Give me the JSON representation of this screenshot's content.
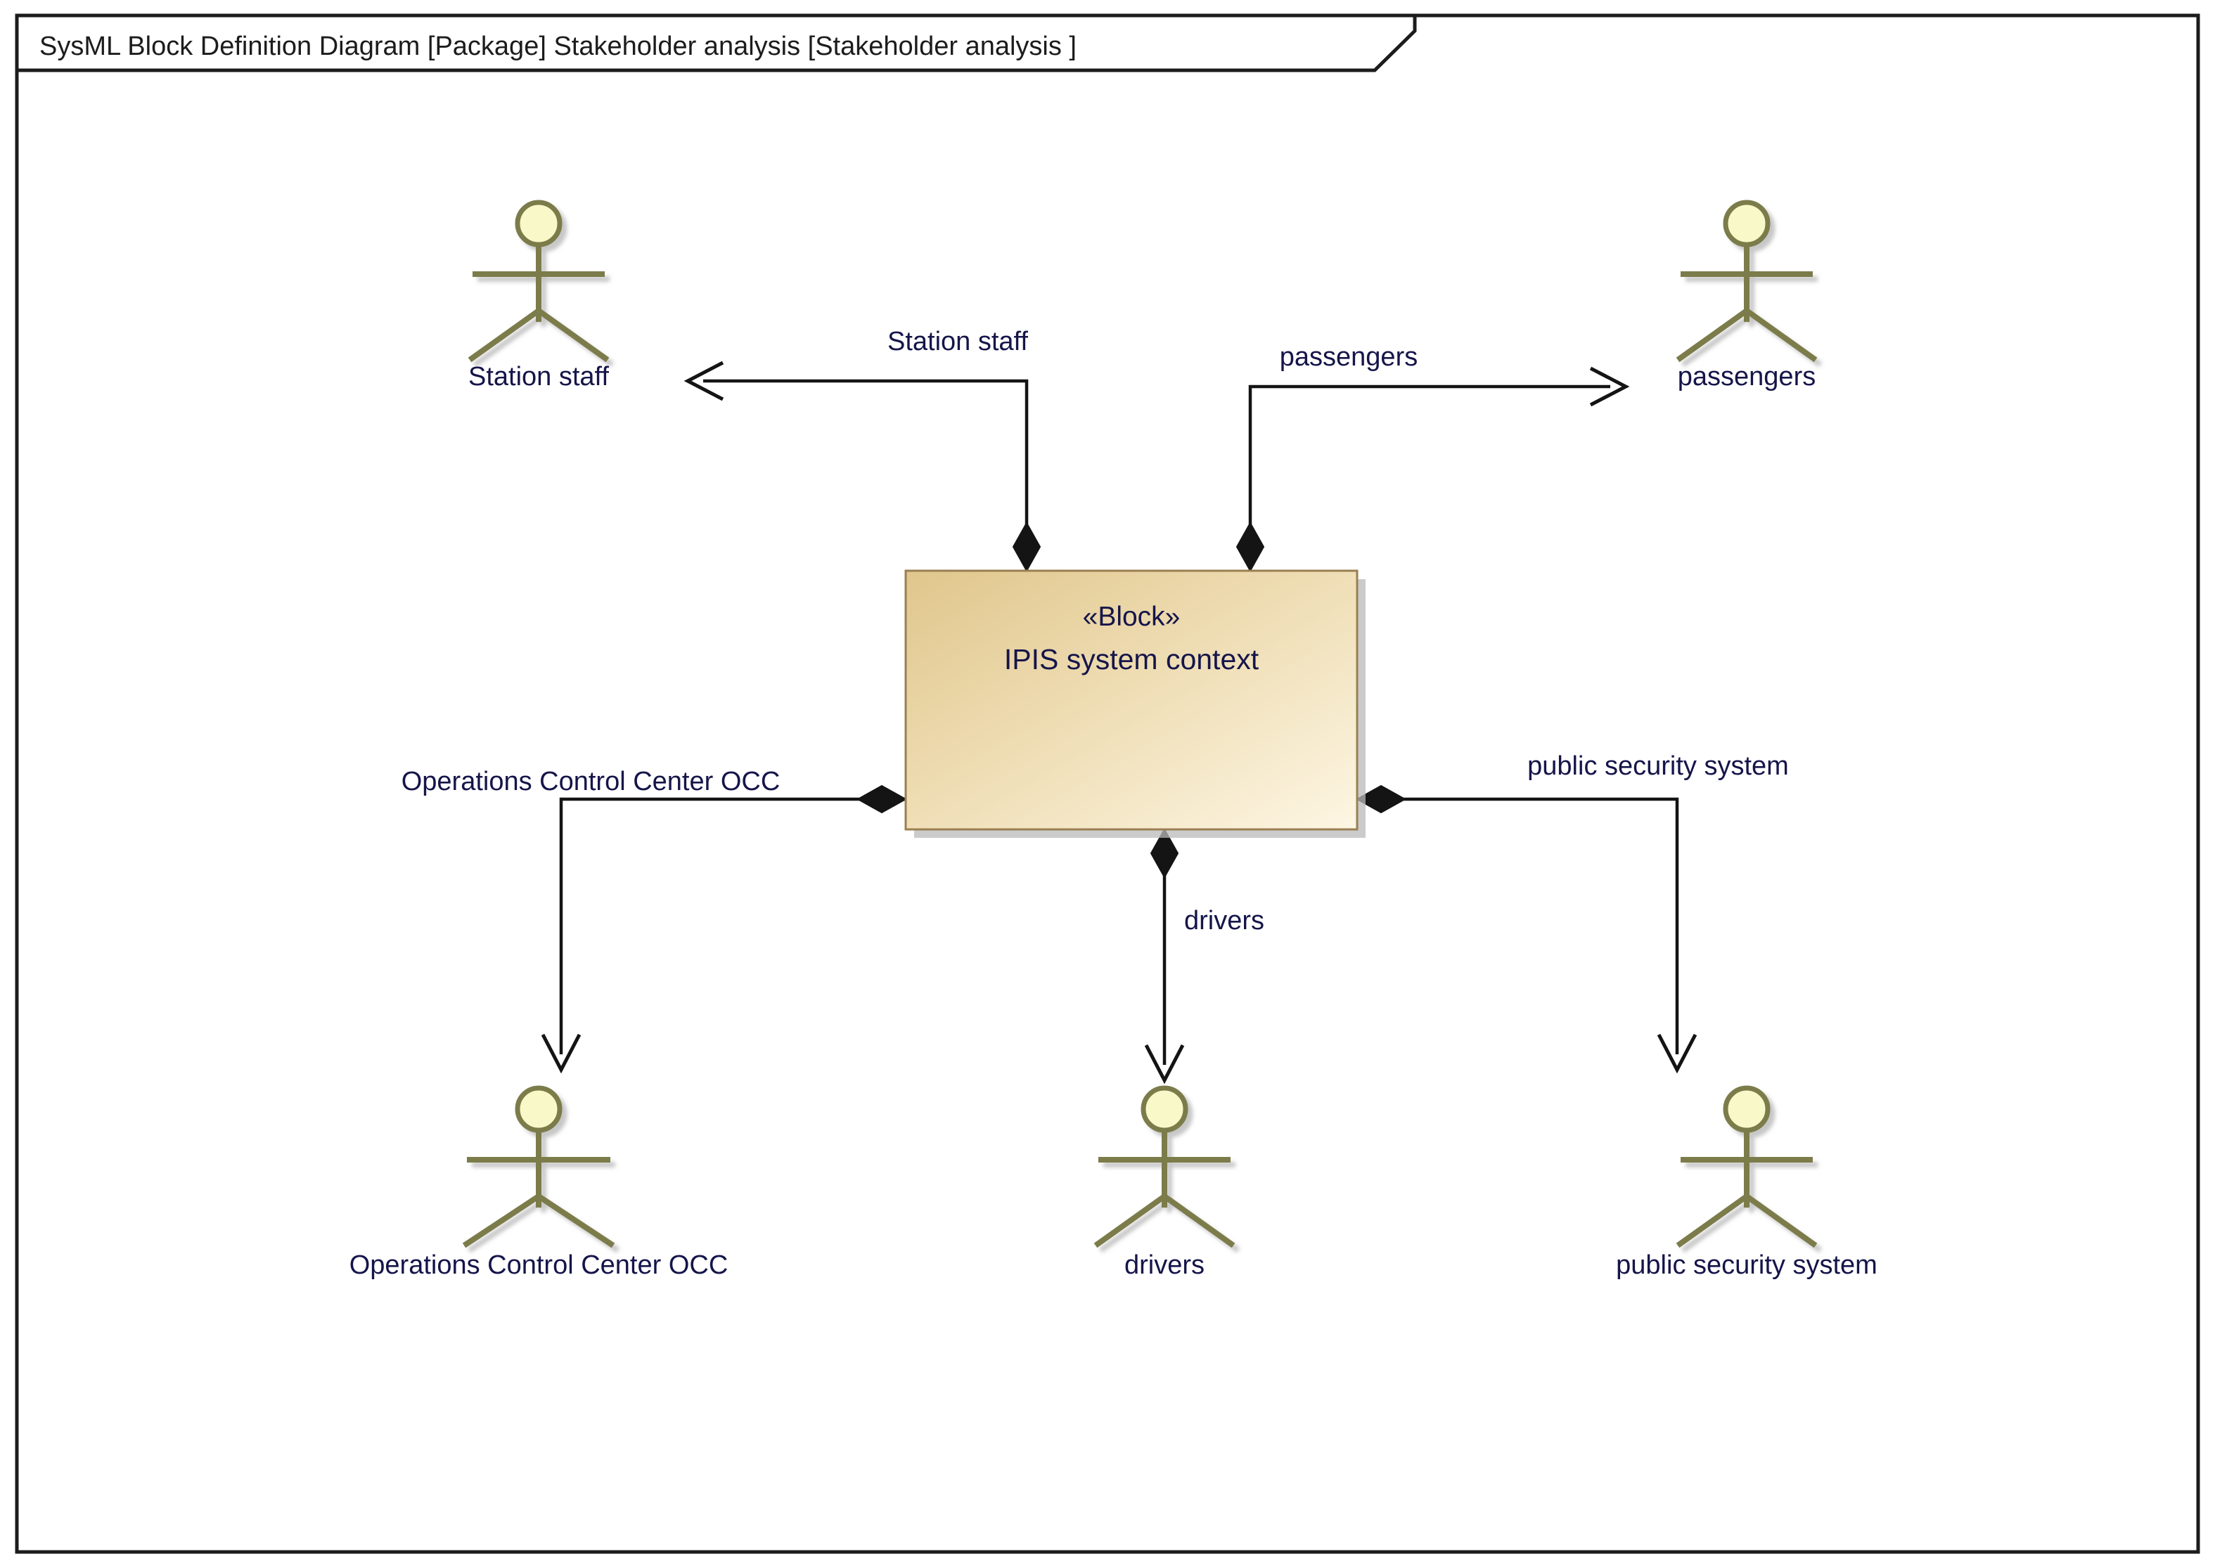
{
  "frame": {
    "title": "SysML Block Definition Diagram [Package] Stakeholder analysis  [Stakeholder analysis ]",
    "border_color": "#1c1c1c",
    "background": "#ffffff"
  },
  "block": {
    "stereotype": "«Block»",
    "name": "IPIS system context",
    "fill_start": "#e2c88f",
    "fill_end": "#fdf5e0",
    "border_color": "#9a7f52"
  },
  "actors": [
    {
      "id": "station-staff",
      "label": "Station staff"
    },
    {
      "id": "passengers",
      "label": "passengers"
    },
    {
      "id": "operations-control-center-occ",
      "label": "Operations Control Center OCC"
    },
    {
      "id": "drivers",
      "label": "drivers"
    },
    {
      "id": "public-security-system",
      "label": "public security system"
    }
  ],
  "connectors": [
    {
      "id": "conn-station-staff",
      "label": "Station staff",
      "source": "IPIS system context",
      "target": "Station staff",
      "source_end": "filled-diamond",
      "target_end": "open-arrow"
    },
    {
      "id": "conn-passengers",
      "label": "passengers",
      "source": "IPIS system context",
      "target": "passengers",
      "source_end": "filled-diamond",
      "target_end": "open-arrow"
    },
    {
      "id": "conn-operations-control-center-occ",
      "label": "Operations Control Center OCC",
      "source": "IPIS system context",
      "target": "Operations Control Center OCC",
      "source_end": "filled-diamond",
      "target_end": "open-arrow"
    },
    {
      "id": "conn-drivers",
      "label": "drivers",
      "source": "IPIS system context",
      "target": "drivers",
      "source_end": "filled-diamond",
      "target_end": "open-arrow"
    },
    {
      "id": "conn-public-security-system",
      "label": "public security system",
      "source": "IPIS system context",
      "target": "public security system",
      "source_end": "filled-diamond",
      "target_end": "open-arrow"
    }
  ],
  "colors": {
    "actor_stroke": "#7b7b4b",
    "actor_head_fill": "#f8f8c8",
    "text": "#15154a",
    "connector": "#141414"
  }
}
